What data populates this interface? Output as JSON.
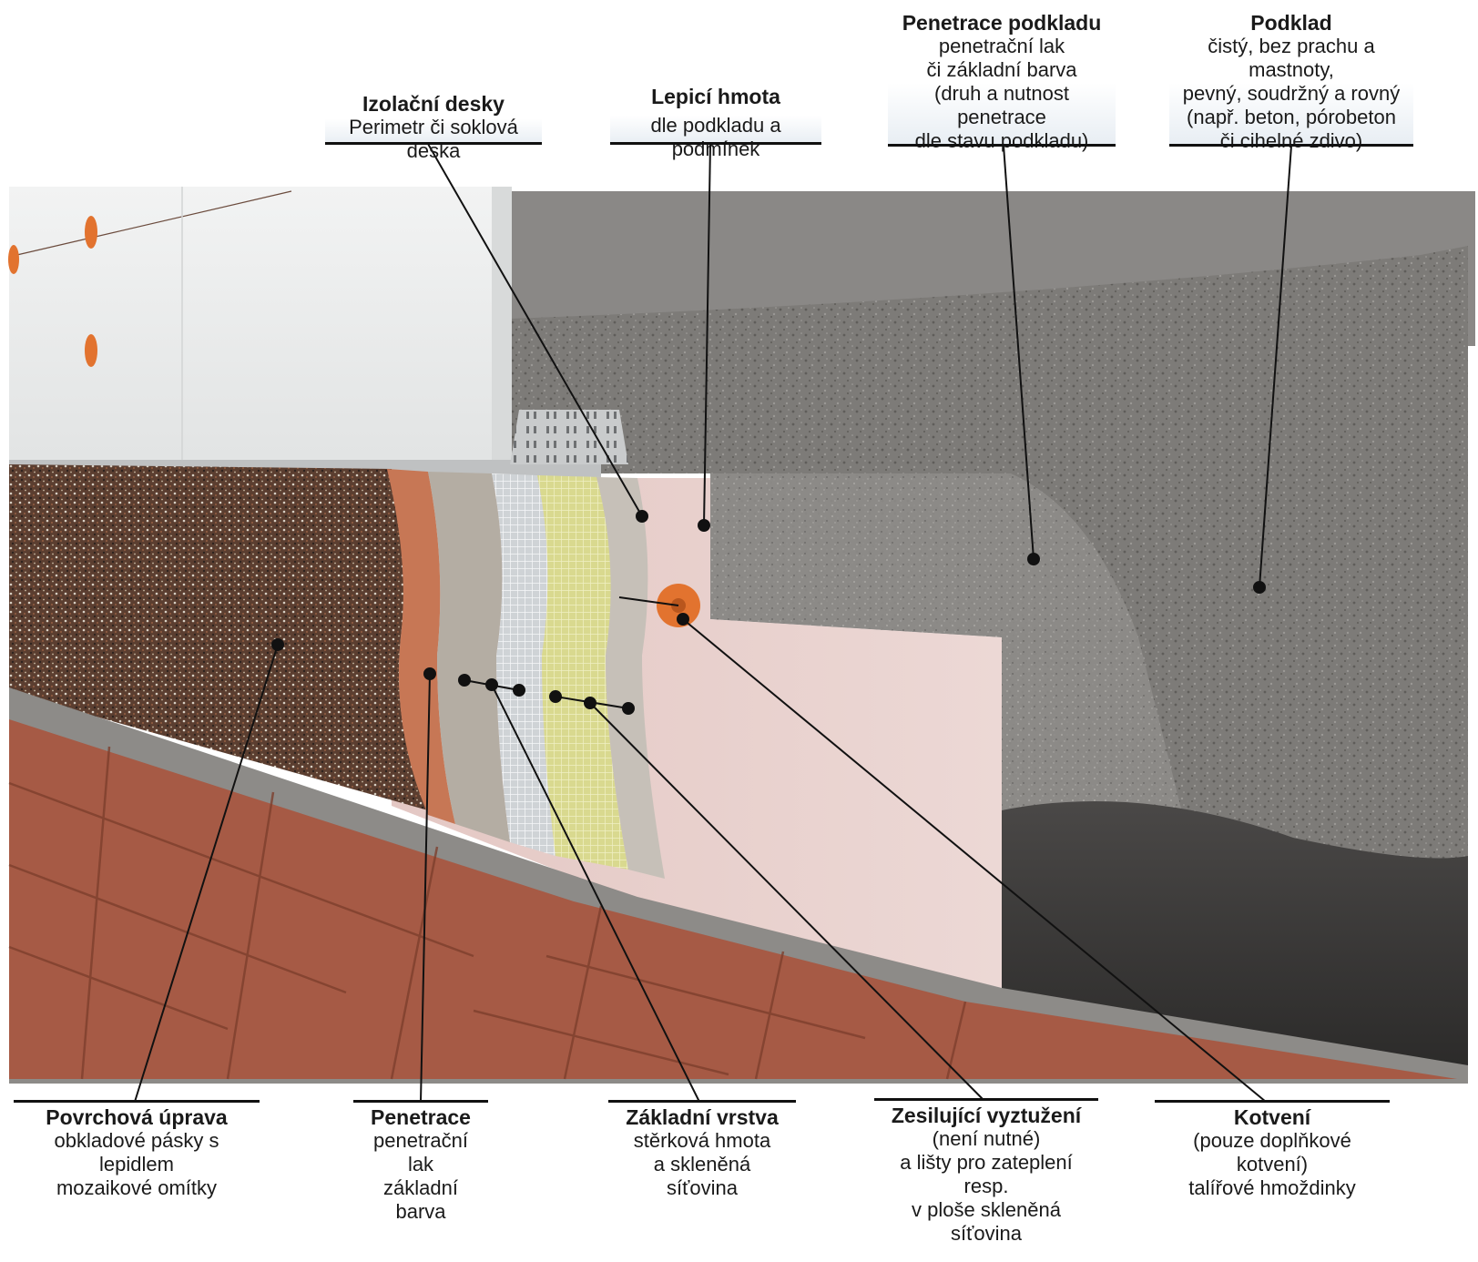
{
  "colors": {
    "insulation_white": "#eef0f0",
    "insulation_pink": "#e8cfcc",
    "concrete_grey": "#7a7876",
    "mosaic_plaster": "#6a4a3a",
    "penetration_orange": "#c97a54",
    "mesh_yellow": "#d8d890",
    "floor_tile": "#a65a45",
    "anchor_orange": "#e2732f",
    "leader_line": "#111111"
  },
  "callouts": {
    "izolacni_desky": {
      "title": "Izolační desky",
      "lines": [
        "Perimetr či soklová deska"
      ]
    },
    "lepici_hmota": {
      "title": "Lepicí hmota",
      "lines": [
        "dle podkladu a podmínek"
      ]
    },
    "penetrace_podkladu": {
      "title": "Penetrace podkladu",
      "lines": [
        "penetrační lak",
        "či základní barva",
        "(druh a nutnost penetrace",
        "dle stavu podkladu)"
      ]
    },
    "podklad": {
      "title": "Podklad",
      "lines": [
        "čistý, bez prachu a mastnoty,",
        "pevný, soudržný a rovný",
        "(např. beton, pórobeton",
        "či cihelné zdivo)"
      ]
    },
    "povrchova_uprava": {
      "title": "Povrchová úprava",
      "lines": [
        "obkladové pásky s lepidlem",
        "mozaikové omítky"
      ]
    },
    "penetrace": {
      "title": "Penetrace",
      "lines": [
        "penetrační lak",
        "základní barva"
      ]
    },
    "zakladni_vrstva": {
      "title": "Základní vrstva",
      "lines": [
        "stěrková hmota",
        "a skleněná síťovina"
      ]
    },
    "zesilujici_vyztuzeni": {
      "title": "Zesilující vyztužení",
      "lines": [
        "(není nutné)",
        "a lišty pro zateplení resp.",
        "v ploše skleněná síťovina"
      ]
    },
    "kotveni": {
      "title": "Kotvení",
      "lines": [
        "(pouze doplňkové kotvení)",
        "talířové hmoždinky"
      ]
    }
  }
}
